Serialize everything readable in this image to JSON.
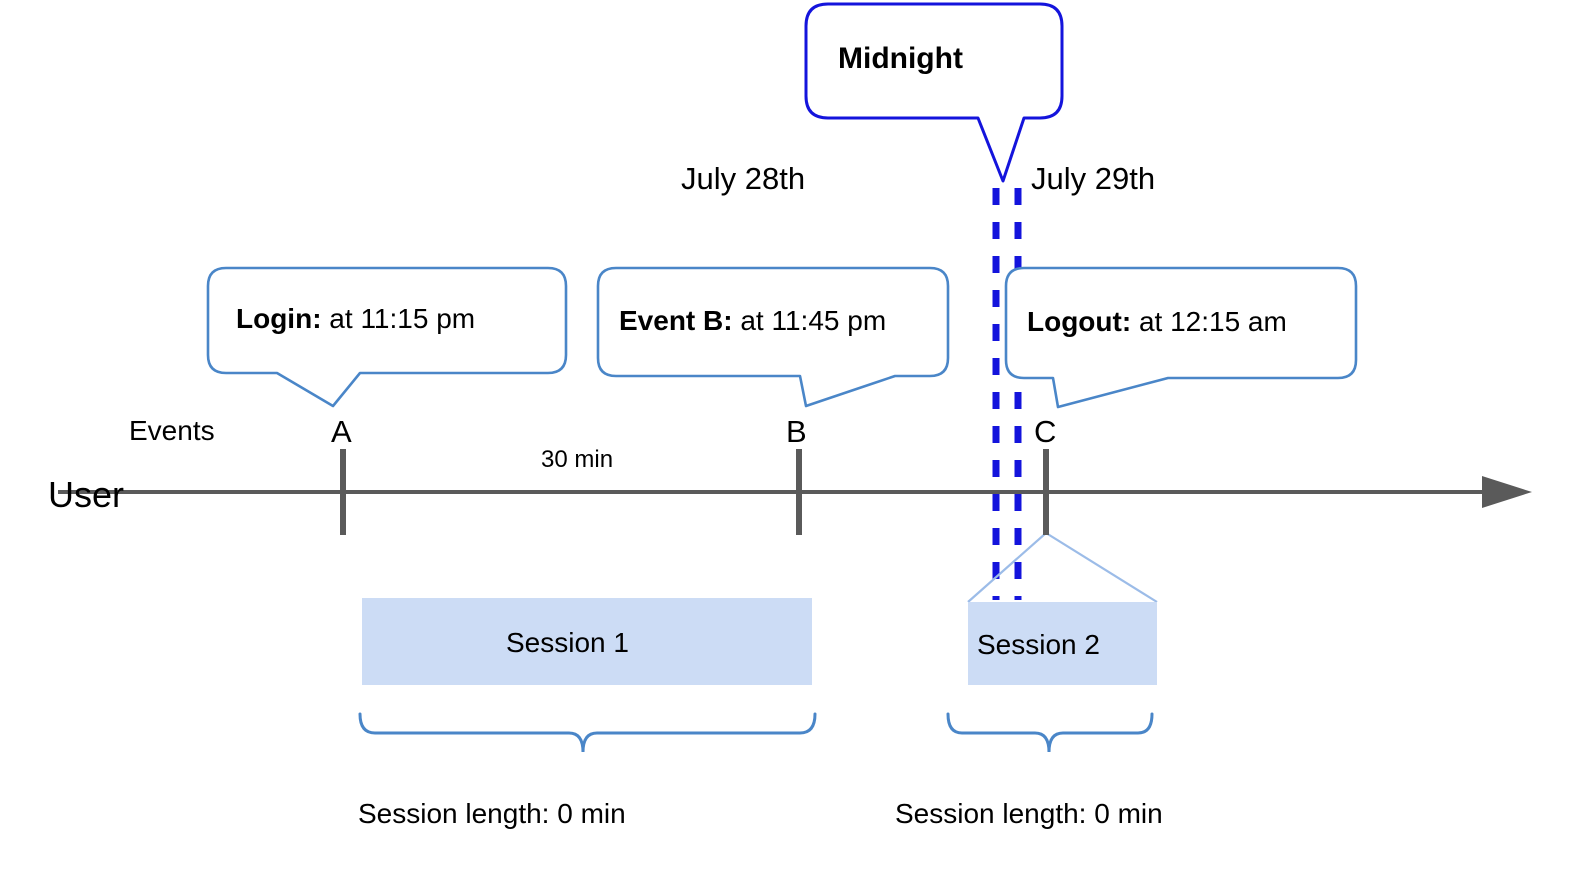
{
  "diagram": {
    "title_note": "User session timeline across midnight",
    "colors": {
      "midnight_border": "#1414DC",
      "midnight_dash": "#1414DC",
      "callout_border": "#4A86C8",
      "session_fill": "#CCDCF5",
      "session_tent": "#9CBCE8",
      "brace": "#4A86C8",
      "axis": "#5A5A5A",
      "text": "#000000"
    },
    "midnight_callout": {
      "label": "Midnight"
    },
    "dates": [
      {
        "label": "July 28th"
      },
      {
        "label": "July 29th"
      }
    ],
    "callouts": [
      {
        "bold": "Login:",
        "rest": " at 11:15 pm"
      },
      {
        "bold": "Event B:",
        "rest": " at 11:45 pm"
      },
      {
        "bold": "Logout:",
        "rest": " at 12:15 am"
      }
    ],
    "axis": {
      "row_label": "User",
      "events_label": "Events",
      "gap_label": "30 min"
    },
    "events": [
      {
        "letter": "A"
      },
      {
        "letter": "B"
      },
      {
        "letter": "C"
      }
    ],
    "sessions": [
      {
        "label": "Session 1",
        "length_label": "Session length: 0 min"
      },
      {
        "label": "Session 2",
        "length_label": "Session length: 0 min"
      }
    ]
  }
}
